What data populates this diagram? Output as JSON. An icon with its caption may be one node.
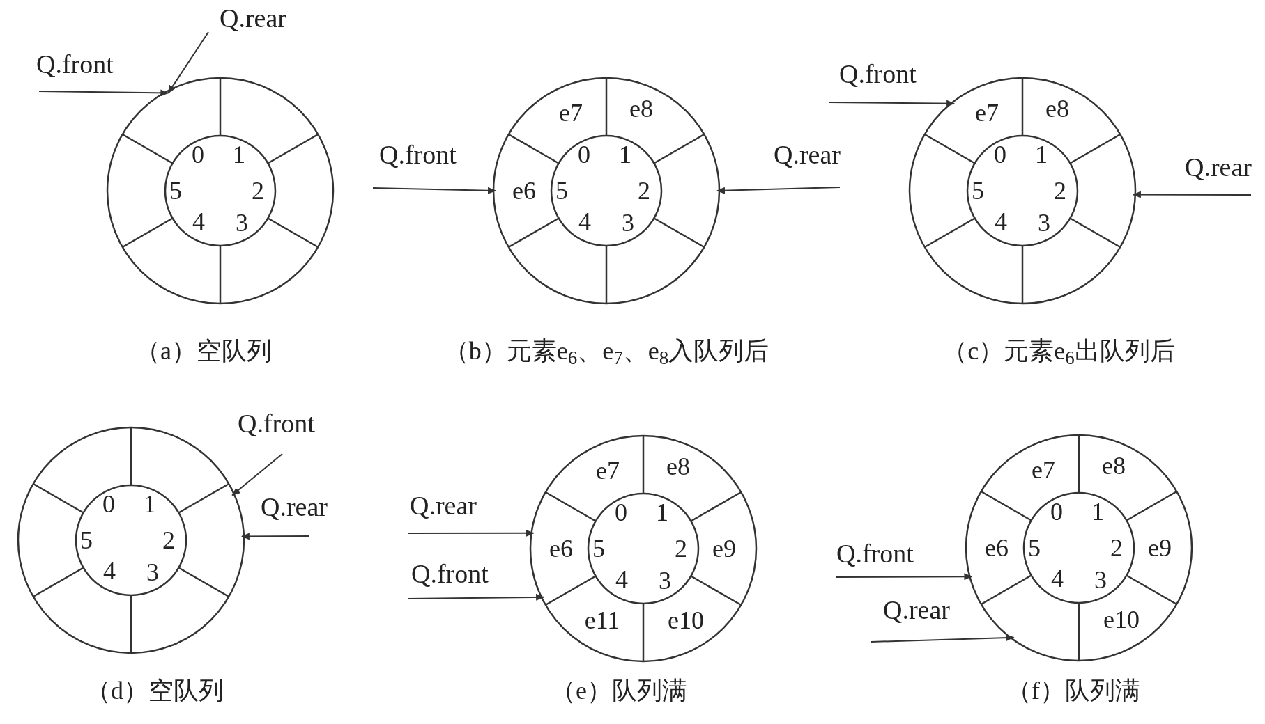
{
  "diagram": {
    "nodes": [
      {
        "text": [],
        "shape": "circle",
        "beside": [
          "（a）空队列"
        ]
      },
      {
        "text": [
          "Q.rear"
        ]
      },
      {
        "text": [
          "Q.front"
        ]
      },
      {
        "text": [],
        "shape": "circle",
        "beside": [
          "（b）元素e$_{6}$、e$_{7}$、e$_{8}$入队列后"
        ]
      },
      {
        "text": [
          "Q.front"
        ]
      },
      {
        "text": [
          "Q.rear"
        ]
      },
      {
        "text": [],
        "shape": "circle",
        "beside": [
          "（c）元素e$_{6}$出队列后"
        ]
      },
      {
        "text": [
          "Q.front"
        ]
      },
      {
        "text": [
          "Q.rear"
        ]
      },
      {
        "text": [],
        "shape": "circle",
        "beside": [
          "（d）空队列"
        ]
      },
      {
        "text": [
          "Q.front"
        ]
      },
      {
        "text": [
          "Q.rear"
        ]
      },
      {
        "text": [],
        "shape": "circle",
        "beside": [
          "（e）队列满"
        ]
      },
      {
        "text": [
          "Q.rear"
        ]
      },
      {
        "text": [
          "Q.front"
        ]
      },
      {
        "text": [],
        "shape": "circle",
        "beside": [
          "（f）队列满"
        ]
      },
      {
        "text": [
          "Q.front"
        ]
      },
      {
        "text": [
          "Q.rear"
        ]
      }
    ],
    "edges": [
      {
        "from": 1,
        "to": 0,
        "arrow": "to"
      },
      {
        "from": 2,
        "to": 0,
        "arrow": "to"
      },
      {
        "from": 4,
        "to": 3,
        "arrow": "to"
      },
      {
        "from": 5,
        "to": 3,
        "arrow": "to"
      },
      {
        "from": 7,
        "to": 6,
        "arrow": "to"
      },
      {
        "from": 8,
        "to": 6,
        "arrow": "to"
      },
      {
        "from": 10,
        "to": 9,
        "arrow": "to"
      },
      {
        "from": 11,
        "to": 9,
        "arrow": "to"
      },
      {
        "from": 13,
        "to": 12,
        "arrow": "to"
      },
      {
        "from": 14,
        "to": 12,
        "arrow": "to"
      },
      {
        "from": 16,
        "to": 15,
        "arrow": "to"
      },
      {
        "from": 17,
        "to": 15,
        "arrow": "to"
      }
    ],
    "labels": [
      "0",
      "1",
      "2",
      "3",
      "4",
      "5",
      "e7",
      "e8",
      "e6",
      "0",
      "1",
      "2",
      "3",
      "4",
      "5",
      "e7",
      "e8",
      "0",
      "1",
      "2",
      "3",
      "4",
      "5",
      "0",
      "1",
      "2",
      "3",
      "4",
      "5",
      "e7",
      "e8",
      "e9",
      "e10",
      "e11",
      "e6",
      "0",
      "1",
      "2",
      "3",
      "4",
      "5",
      "e7",
      "e8",
      "e9",
      "e10",
      "e6",
      "0",
      "1",
      "2",
      "3",
      "4",
      "5"
    ]
  }
}
